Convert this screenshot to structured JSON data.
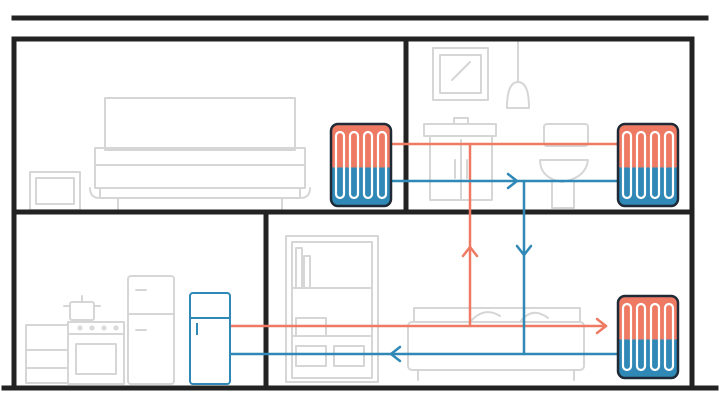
{
  "colors": {
    "hot": "#ee7a63",
    "cold": "#2f88b6",
    "walls": "#222222",
    "furniture": "#d6d6d6",
    "radiator_outline": "#1f2a36",
    "background": "#ffffff"
  },
  "rooms": [
    {
      "name": "bedroom",
      "furniture": [
        "bed",
        "nightstand"
      ]
    },
    {
      "name": "bathroom",
      "furniture": [
        "mirror",
        "pendant-lamp",
        "sink-cabinet",
        "toilet"
      ]
    },
    {
      "name": "kitchen",
      "furniture": [
        "counter",
        "stove",
        "cooking-pot",
        "fridge",
        "boiler"
      ]
    },
    {
      "name": "living-room",
      "furniture": [
        "bookshelf",
        "sofa"
      ]
    }
  ],
  "radiators": [
    {
      "room": "bedroom",
      "fins": 4
    },
    {
      "room": "bathroom",
      "fins": 4
    },
    {
      "room": "living-room",
      "fins": 4
    }
  ],
  "heat_source": {
    "name": "boiler",
    "icon": "boiler-icon"
  },
  "flow": {
    "supply": "hot",
    "return": "cold"
  }
}
